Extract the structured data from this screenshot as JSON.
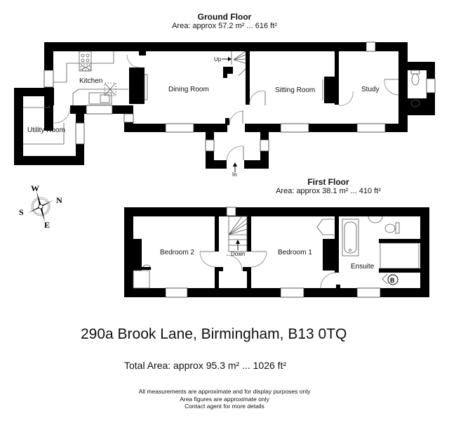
{
  "ground_floor": {
    "title": "Ground Floor",
    "area": "Area: approx 57.2 m² ... 616 ft²",
    "rooms": [
      {
        "name": "Kitchen"
      },
      {
        "name": "Dining Room"
      },
      {
        "name": "Sitting Room"
      },
      {
        "name": "Study"
      },
      {
        "name": "Utility Room"
      }
    ],
    "labels": {
      "stairs_up": "Up",
      "entrance": "In"
    }
  },
  "first_floor": {
    "title": "First Floor",
    "area": "Area: approx 38.1 m² ... 410 ft²",
    "rooms": [
      {
        "name": "Bedroom 2"
      },
      {
        "name": "Bedroom 1"
      },
      {
        "name": "Ensuite"
      }
    ],
    "labels": {
      "stairs_down": "Down",
      "boiler": "B"
    }
  },
  "compass": {
    "north": "N",
    "south": "S",
    "east": "E",
    "west": "W"
  },
  "property": {
    "address": "290a Brook Lane, Birmingham, B13 0TQ",
    "total_area": "Total Area: approx 95.3 m² ... 1026 ft²"
  },
  "disclaimer": [
    "All measurements are approximate and for display purposes only",
    "Area figures are approximate only",
    "Contact agent for more details"
  ]
}
